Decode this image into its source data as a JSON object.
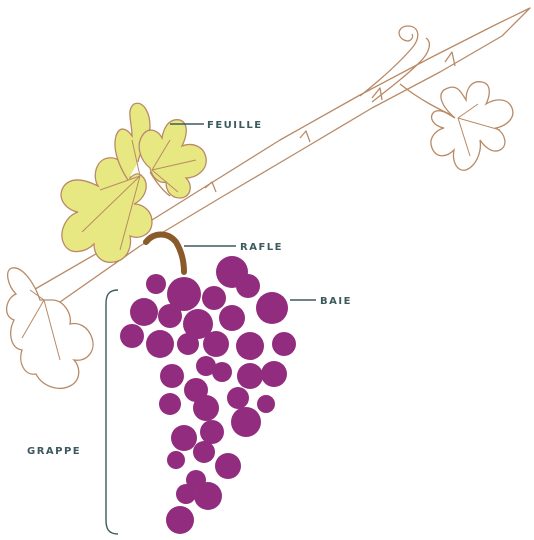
{
  "labels": {
    "feuille": "FEUILLE",
    "rafle": "RAFLE",
    "baie": "BAIE",
    "grappe": "GRAPPE"
  },
  "colors": {
    "outline": "#b98a66",
    "leaf_fill": "#e8e883",
    "stem": "#8a5a2b",
    "berry": "#922c7e",
    "label_text": "#3d5a5e",
    "leader_line": "#3d5a5e"
  }
}
